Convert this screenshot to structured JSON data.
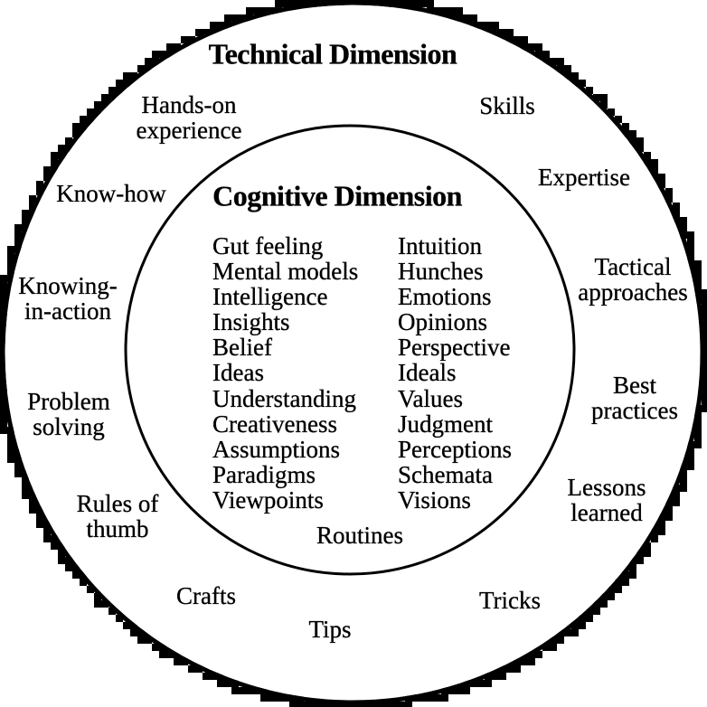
{
  "colors": {
    "background": "#ffffff",
    "ink": "#000000"
  },
  "outer_ring": {
    "title": "Technical Dimension",
    "labels": {
      "hands_on_experience": "Hands-on\nexperience",
      "skills": "Skills",
      "know_how": "Know-how",
      "expertise": "Expertise",
      "knowing_in_action": "Knowing-\nin-action",
      "tactical_approaches": "Tactical\napproaches",
      "problem_solving": "Problem\nsolving",
      "best_practices": "Best\npractices",
      "rules_of_thumb": "Rules of\nthumb",
      "lessons_learned": "Lessons\nlearned",
      "crafts": "Crafts",
      "tricks": "Tricks",
      "tips": "Tips"
    }
  },
  "inner_circle": {
    "title": "Cognitive Dimension",
    "left_items": [
      "Gut feeling",
      "Mental models",
      "Intelligence",
      "Insights",
      "Belief",
      "Ideas",
      "Understanding",
      "Creativeness",
      "Assumptions",
      "Paradigms",
      "Viewpoints"
    ],
    "right_items": [
      "Intuition",
      "Hunches",
      "Emotions",
      "Opinions",
      "Perspective",
      "Ideals",
      "Values",
      "Judgment",
      "Perceptions",
      "Schemata",
      "Visions"
    ],
    "bottom_label": "Routines"
  }
}
